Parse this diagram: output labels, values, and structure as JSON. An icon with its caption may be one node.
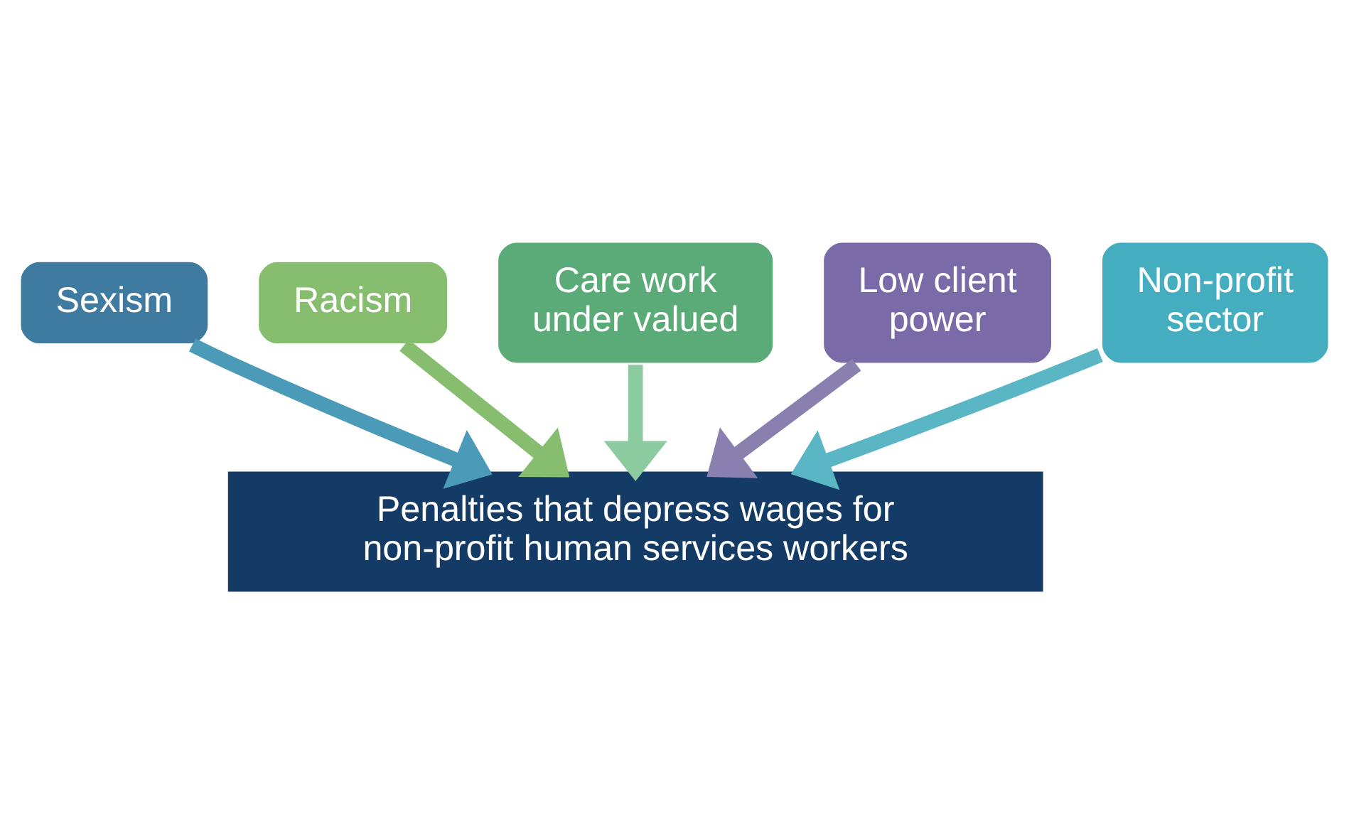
{
  "diagram": {
    "nodes": [
      {
        "text": [
          "Sexism"
        ]
      },
      {
        "text": [
          "Racism"
        ]
      },
      {
        "text": [
          "Care work under valued"
        ]
      },
      {
        "text": [
          "Low client power"
        ]
      },
      {
        "text": [
          "Non-profit sector"
        ]
      },
      {
        "text": [
          "Penalties that depress wages for non-profit human services workers"
        ]
      }
    ],
    "edges": [
      {
        "from": 0,
        "to": 5,
        "arrow": "to",
        "color": "#4a9ab8"
      },
      {
        "from": 3,
        "to": 5,
        "arrow": "to",
        "color": "#8a80b0"
      },
      {
        "from": 1,
        "to": 5,
        "arrow": "to",
        "color": "#86bd6e"
      },
      {
        "from": 4,
        "to": 5,
        "arrow": "to",
        "color": "#5ab6c4"
      },
      {
        "from": 2,
        "to": 5,
        "arrow": "to",
        "color": "#8ccaa0"
      }
    ]
  }
}
